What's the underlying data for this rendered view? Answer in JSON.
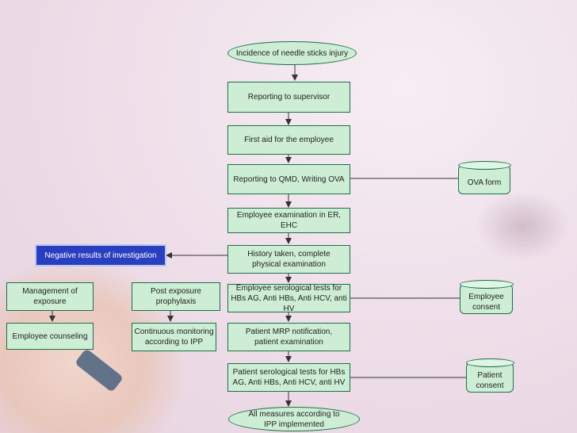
{
  "flowchart": {
    "start": "Incidence of needle sticks injury",
    "reporting_supervisor": "Reporting to supervisor",
    "first_aid": "First aid for the employee",
    "reporting_qmd": "Reporting to QMD, Writing OVA",
    "employee_exam": "Employee examination in ER, EHC",
    "history": "History taken, complete physical examination",
    "employee_tests": "Employee serological tests for HBs AG, Anti HBs, Anti HCV, anti HV",
    "patient_notification": "Patient MRP notification, patient examination",
    "patient_tests": "Patient serological tests for HBs AG, Anti HBs, Anti HCV, anti HV",
    "end": "All measures according to IPP implemented",
    "negative_results": "Negative results of investigation",
    "management": "Management of exposure",
    "post_exposure": "Post exposure prophylaxis",
    "counseling": "Employee counseling",
    "monitoring": "Continuous monitoring according to IPP",
    "ova_form": "OVA form",
    "employee_consent": "Employee consent",
    "patient_consent": "Patient consent"
  },
  "colors": {
    "box_fill": "#cdeed5",
    "box_border": "#1f6e4a",
    "blue_box_fill": "#2a3fbf",
    "connector": "#333333"
  }
}
